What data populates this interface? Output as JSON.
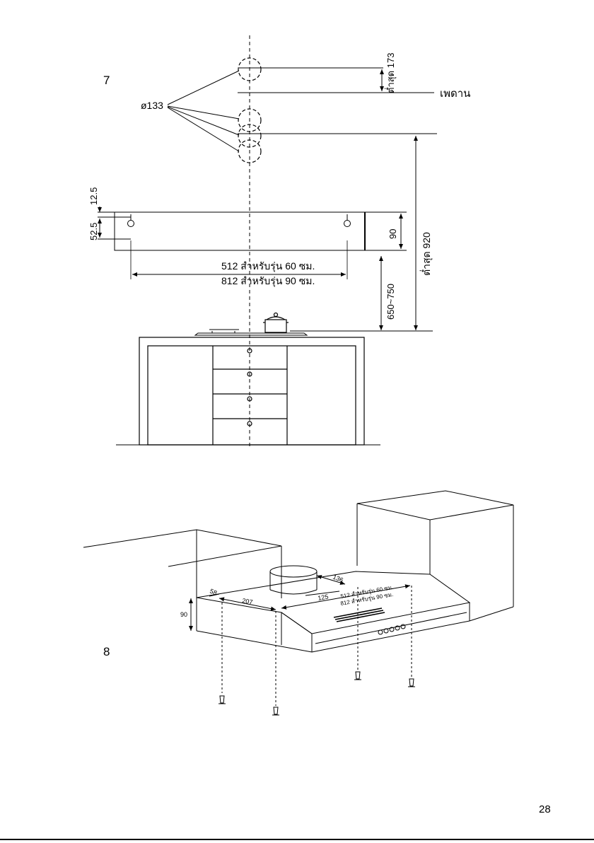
{
  "page_number": "28",
  "figure7": {
    "number": "7",
    "diameter": "ø133",
    "ceiling": "เพดาน",
    "dim_min_173": "ต่ำสุด 173",
    "dim_min_920": "ต่ำสุด 920",
    "dim_12_5": "12.5",
    "dim_52_5": "52.5",
    "dim_90": "90",
    "dim_650_750": "650~750",
    "width_60": "512 สำหรับรุ่น 60 ซม.",
    "width_90": "812 สำหรับรุ่น 90 ซม."
  },
  "figure8": {
    "number": "8",
    "dim_58": "58",
    "dim_207": "207",
    "dim_136": "136",
    "dim_125": "125",
    "dim_90": "90",
    "width_60": "512 สำหรับรุ่น 60 ซม.",
    "width_90": "812 สำหรับรุ่น 90 ซม."
  }
}
